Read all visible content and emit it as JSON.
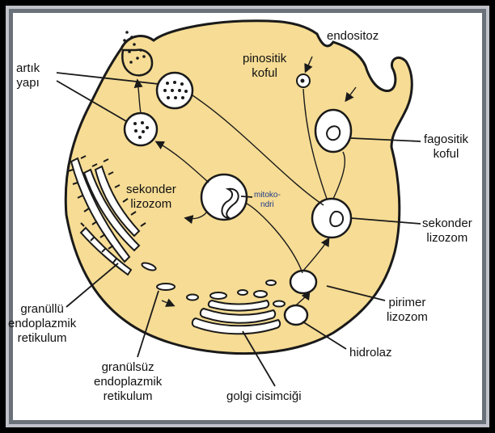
{
  "colors": {
    "cytoplasm": "#f6dc94",
    "outline": "#1a1a1a",
    "frame": "#000000",
    "label_small": "#1e3a8a"
  },
  "labels": {
    "artik_yapi": [
      "artık",
      "yapı"
    ],
    "endositoz": "endositoz",
    "pinositik_koful": [
      "pinositik",
      "koful"
    ],
    "fagositik_koful": [
      "fagositik",
      "koful"
    ],
    "sekonder_lizozom_left": [
      "sekonder",
      "lizozom"
    ],
    "mitokondri": [
      "mitoko-",
      "ndri"
    ],
    "sekonder_lizozom_right": [
      "sekonder",
      "lizozom"
    ],
    "pirimer_lizozom": [
      "pirimer",
      "lizozom"
    ],
    "hidrolaz": "hidrolaz",
    "granullu_er": [
      "granüllü",
      "endoplazmik",
      "retikulum"
    ],
    "granulsuz_er": [
      "granülsüz",
      "endoplazmik",
      "retikulum"
    ],
    "golgi": "golgi cisimciği"
  }
}
